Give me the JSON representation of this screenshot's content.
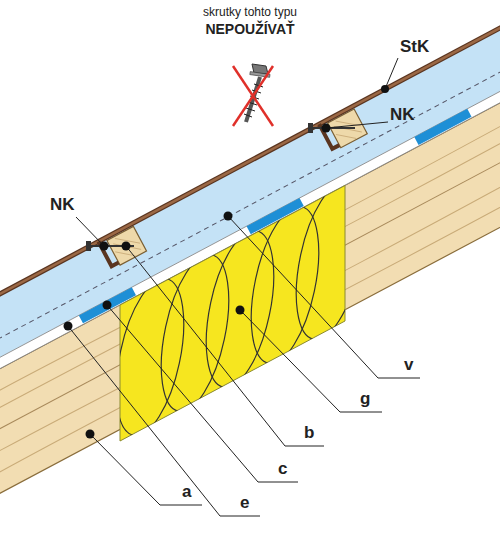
{
  "diagram": {
    "labels": [
      "skrutky tohto typu",
      "NEPOUŽÍVAŤ",
      "StK",
      "NK",
      "NK",
      "v",
      "g",
      "b",
      "c",
      "e",
      "a"
    ]
  }
}
